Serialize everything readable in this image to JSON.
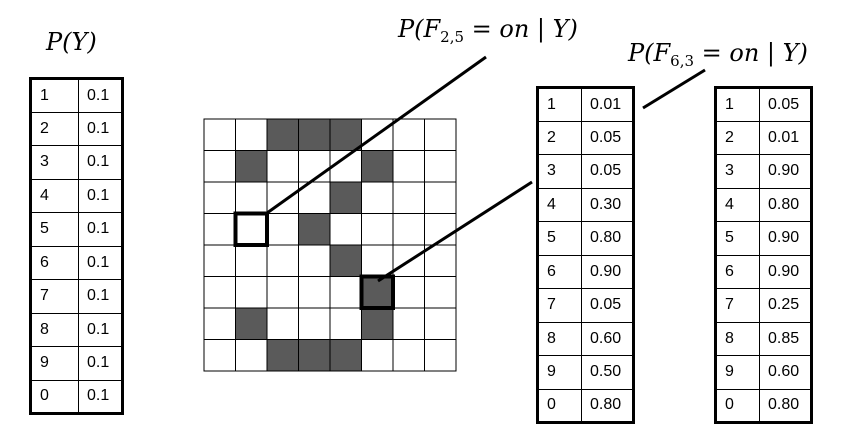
{
  "prior": {
    "label": "P(Y)",
    "rows": [
      {
        "k": "1",
        "v": "0.1"
      },
      {
        "k": "2",
        "v": "0.1"
      },
      {
        "k": "3",
        "v": "0.1"
      },
      {
        "k": "4",
        "v": "0.1"
      },
      {
        "k": "5",
        "v": "0.1"
      },
      {
        "k": "6",
        "v": "0.1"
      },
      {
        "k": "7",
        "v": "0.1"
      },
      {
        "k": "8",
        "v": "0.1"
      },
      {
        "k": "9",
        "v": "0.1"
      },
      {
        "k": "0",
        "v": "0.1"
      }
    ]
  },
  "f25": {
    "label_pre": "P(F",
    "label_sub": "2,5",
    "label_post": " = on | Y)",
    "rows": [
      {
        "k": "1",
        "v": "0.01"
      },
      {
        "k": "2",
        "v": "0.05"
      },
      {
        "k": "3",
        "v": "0.05"
      },
      {
        "k": "4",
        "v": "0.30"
      },
      {
        "k": "5",
        "v": "0.80"
      },
      {
        "k": "6",
        "v": "0.90"
      },
      {
        "k": "7",
        "v": "0.05"
      },
      {
        "k": "8",
        "v": "0.60"
      },
      {
        "k": "9",
        "v": "0.50"
      },
      {
        "k": "0",
        "v": "0.80"
      }
    ]
  },
  "f63": {
    "label_pre": "P(F",
    "label_sub": "6,3",
    "label_post": " = on | Y)",
    "rows": [
      {
        "k": "1",
        "v": "0.05"
      },
      {
        "k": "2",
        "v": "0.01"
      },
      {
        "k": "3",
        "v": "0.90"
      },
      {
        "k": "4",
        "v": "0.80"
      },
      {
        "k": "5",
        "v": "0.90"
      },
      {
        "k": "6",
        "v": "0.90"
      },
      {
        "k": "7",
        "v": "0.25"
      },
      {
        "k": "8",
        "v": "0.85"
      },
      {
        "k": "9",
        "v": "0.60"
      },
      {
        "k": "0",
        "v": "0.80"
      }
    ]
  },
  "grid": {
    "rows": 8,
    "cols": 8,
    "filled_color": "#5a5a5a",
    "filled": [
      [
        0,
        2
      ],
      [
        0,
        3
      ],
      [
        0,
        4
      ],
      [
        1,
        1
      ],
      [
        1,
        5
      ],
      [
        2,
        4
      ],
      [
        3,
        3
      ],
      [
        4,
        4
      ],
      [
        5,
        5
      ],
      [
        6,
        1
      ],
      [
        6,
        5
      ],
      [
        7,
        2
      ],
      [
        7,
        3
      ],
      [
        7,
        4
      ]
    ],
    "highlighted": [
      [
        3,
        1
      ],
      [
        5,
        5
      ]
    ]
  }
}
